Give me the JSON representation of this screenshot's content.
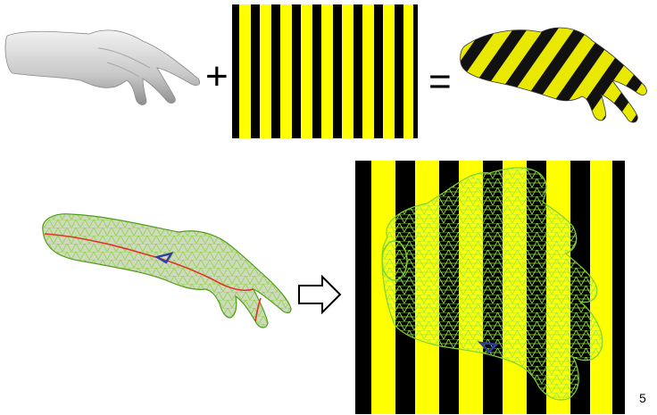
{
  "slide": {
    "operator_plus": "+",
    "operator_equals": "=",
    "page_number": "5"
  },
  "colors": {
    "stripe_yellow": "#ffff00",
    "stripe_black": "#000000",
    "mesh_green": "#9be84a",
    "cut_red": "#e0342a",
    "marker_blue": "#2f3fa0",
    "hand_gray": "#d8d8d8"
  },
  "icons": [
    "hand-model",
    "stripe-texture",
    "textured-hand",
    "hand-mesh",
    "arrow-right-icon",
    "uv-layout"
  ]
}
